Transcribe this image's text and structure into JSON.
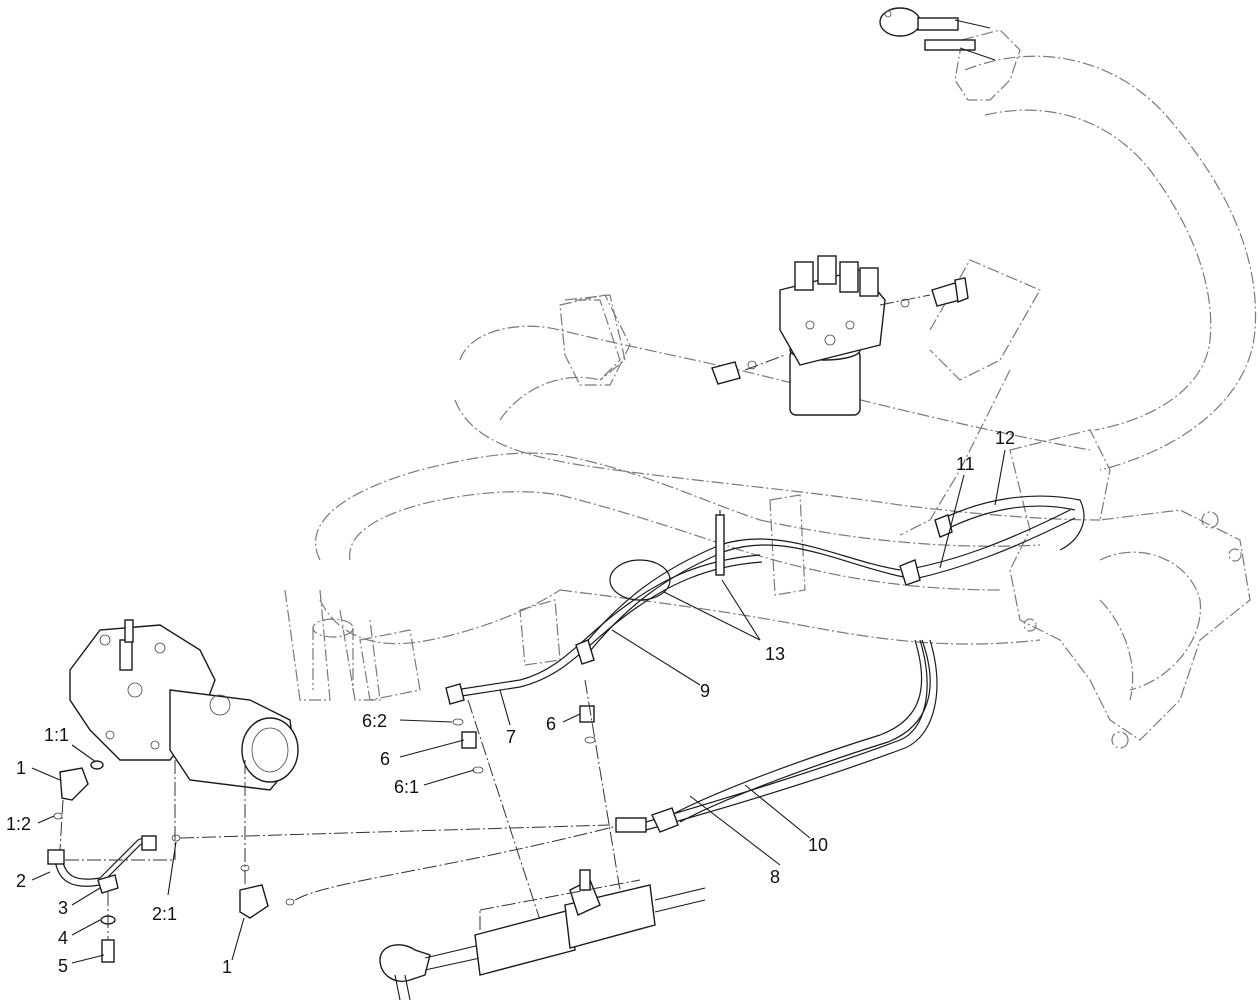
{
  "callouts": {
    "c1_top": "1",
    "c1_1": "1:1",
    "c1_2": "1:2",
    "c2": "2",
    "c3": "3",
    "c4": "4",
    "c5": "5",
    "c2_1": "2:1",
    "c1_bottom": "1",
    "c6_2": "6:2",
    "c6_left": "6",
    "c6_1": "6:1",
    "c7": "7",
    "c6_right": "6",
    "c9": "9",
    "c13": "13",
    "c11": "11",
    "c12": "12",
    "c8": "8",
    "c10": "10"
  }
}
